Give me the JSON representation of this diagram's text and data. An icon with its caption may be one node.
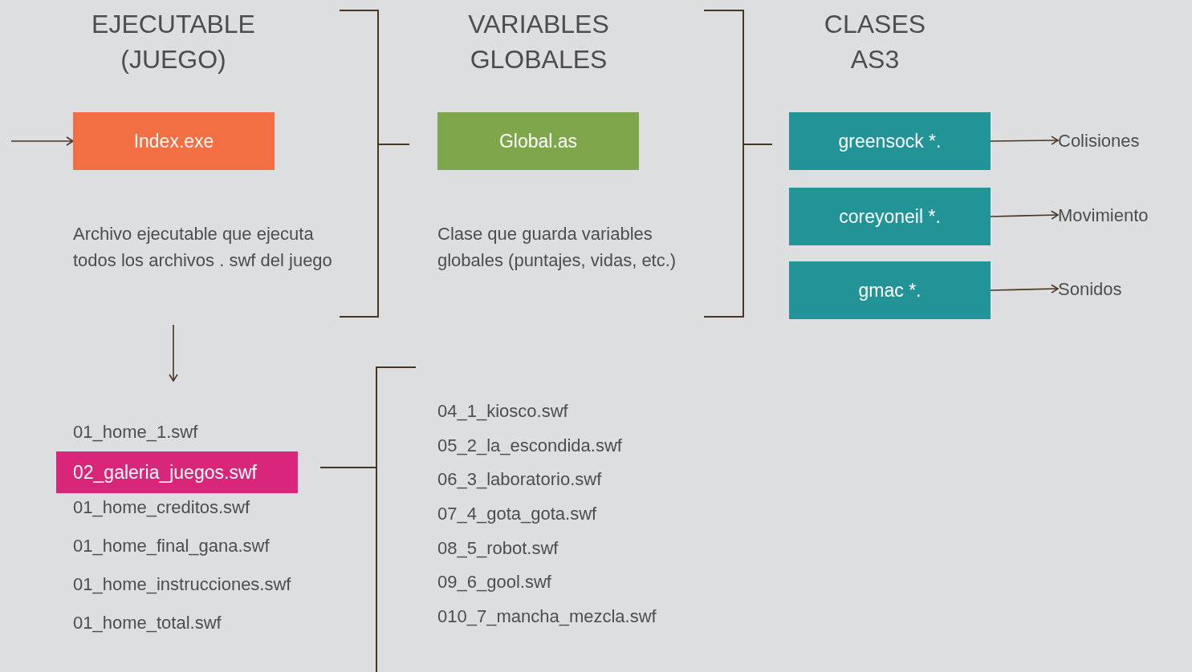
{
  "diagram": {
    "nodes": [
      {
        "text": [
          "Index.exe"
        ]
      },
      {
        "text": [
          "Global.as"
        ]
      },
      {
        "text": [
          "greensock *."
        ]
      },
      {
        "text": [
          "Colisiones"
        ]
      },
      {
        "text": [
          "Archivo ejecutable que ejecuta todos los archivos . swf del juego"
        ]
      },
      {
        "text": [
          "Clase que guarda variables globales (puntajes, vidas, etc.)"
        ]
      },
      {
        "text": [
          "coreyoneil *."
        ]
      },
      {
        "text": [
          "Movimiento"
        ]
      },
      {
        "text": [
          "gmac *."
        ]
      },
      {
        "text": [
          "Sonidos"
        ]
      },
      {
        "text": [
          "01_home_1.swf"
        ]
      },
      {
        "text": [
          "02_galeria_juegos.swf"
        ]
      }
    ],
    "edges": [
      {
        "from": null,
        "to": 0,
        "arrow": "to"
      },
      {
        "from": 2,
        "to": 3,
        "arrow": "to"
      },
      {
        "from": 6,
        "to": 7,
        "arrow": "to"
      },
      {
        "from": 8,
        "to": 9,
        "arrow": "to"
      },
      {
        "from": 4,
        "to": 10,
        "arrow": "to"
      }
    ],
    "labels": [
      "EJECUTABLE (JUEGO)",
      "VARIABLES GLOBALES",
      "CLASES AS3",
      "01_home_creditos.swf",
      "01_home_final_gana.swf",
      "01_home_instrucciones.swf",
      "01_home_total.swf",
      "04_1_kiosco.swf",
      "05_2_la_escondida.swf",
      "06_3_laboratorio.swf",
      "07_4_gota_gota.swf",
      "08_5_robot.swf",
      "09_6_gool.swf",
      "010_7_mancha_mezcla.swf"
    ]
  }
}
